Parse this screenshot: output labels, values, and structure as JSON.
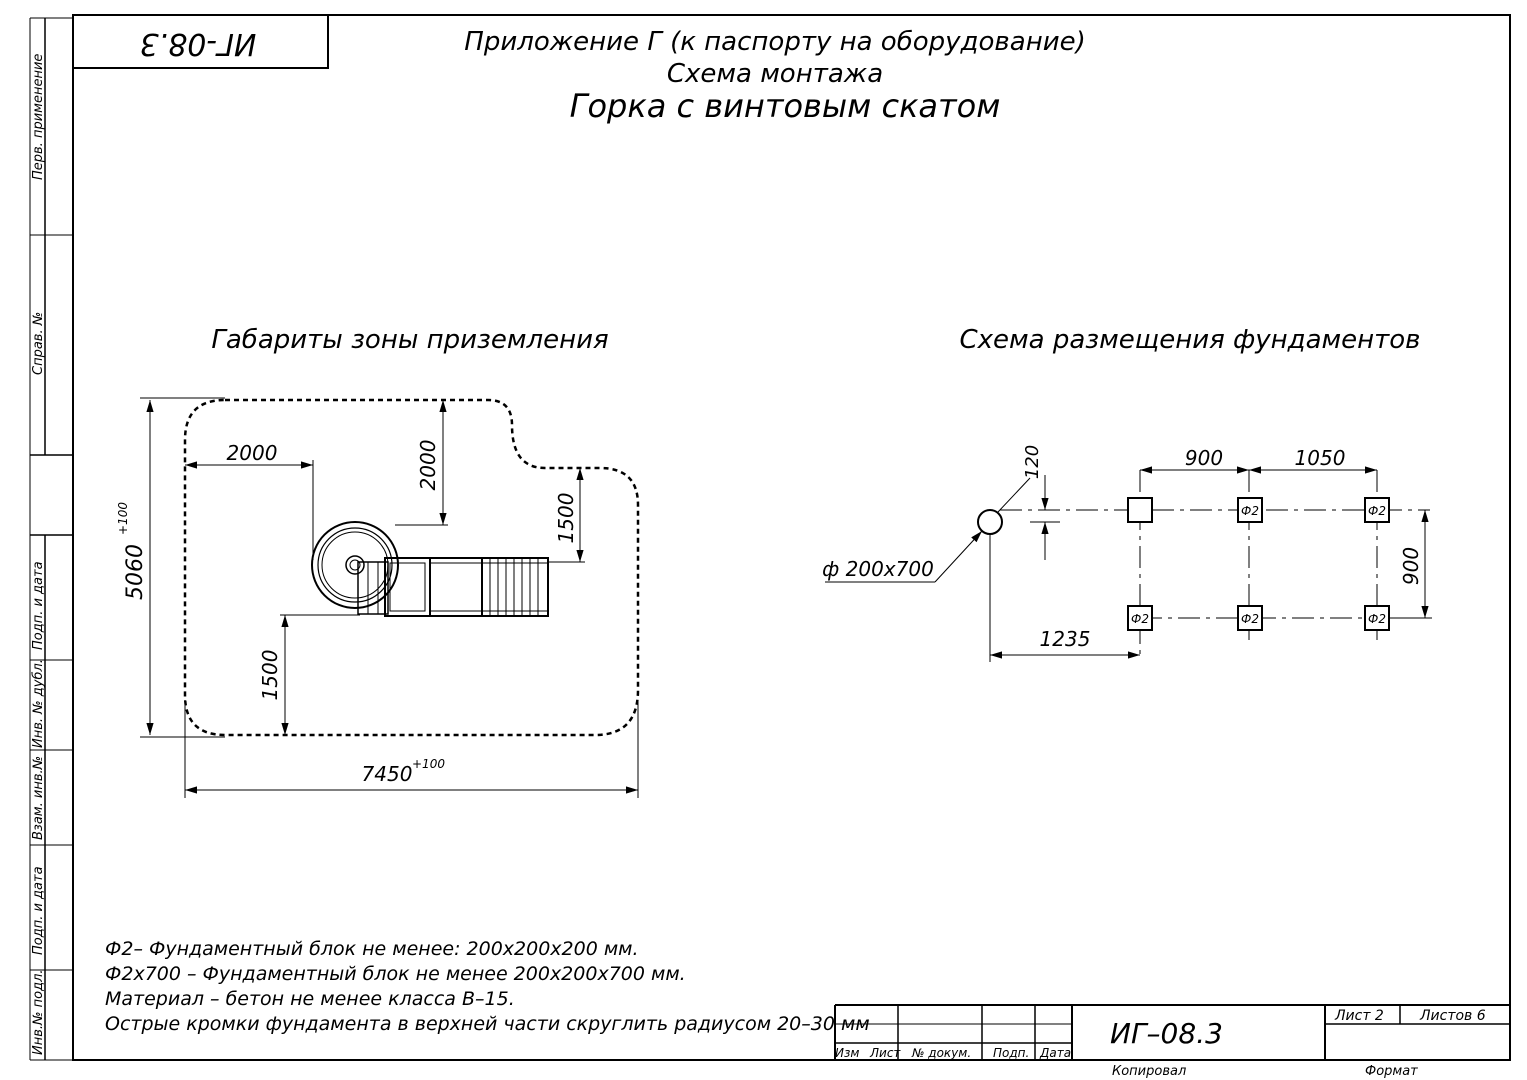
{
  "doc_code_rotated": "ИГ-08.3",
  "header": {
    "line1": "Приложение Г (к паспорту на оборудование)",
    "line2": "Схема монтажа",
    "line3": "Горка с винтовым скатом"
  },
  "side_labels": [
    "Перв. применение",
    "Справ. №",
    "Подп. и дата",
    "Инв. № дубл.",
    "Взам. инв.№",
    "Подп. и дата",
    "Инв.№ подл."
  ],
  "left_drawing": {
    "title": "Габариты зоны приземления",
    "dim_top": "2000",
    "dim_vertical_top": "2000",
    "dim_right": "1500",
    "dim_height": "5060",
    "dim_height_tol": "+100",
    "dim_bottom_left": "1500",
    "dim_width": "7450",
    "dim_width_tol": "+100"
  },
  "right_drawing": {
    "title": "Схема размещения фундаментов",
    "dim_120": "120",
    "dim_900_top": "900",
    "dim_1050": "1050",
    "dim_900_right": "900",
    "dim_1235": "1235",
    "callout": "ф 200х700",
    "block_label": "Ф2"
  },
  "notes": [
    "Ф2– Фундаментный блок не менее: 200х200х200 мм.",
    "Ф2х700 – Фундаментный блок не менее 200х200х700 мм.",
    "Материал – бетон не менее класса В–15.",
    "Острые кромки фундамента в верхней части скруглить радиусом 20–30 мм"
  ],
  "title_block": {
    "code": "ИГ–08.3",
    "sheet": "Лист 2",
    "sheets": "Листов 6",
    "col_izm": "Изм",
    "col_list": "Лист",
    "col_doc": "№ докум.",
    "col_sign": "Подп.",
    "col_date": "Дата",
    "copied": "Копировал",
    "format": "Формат"
  }
}
